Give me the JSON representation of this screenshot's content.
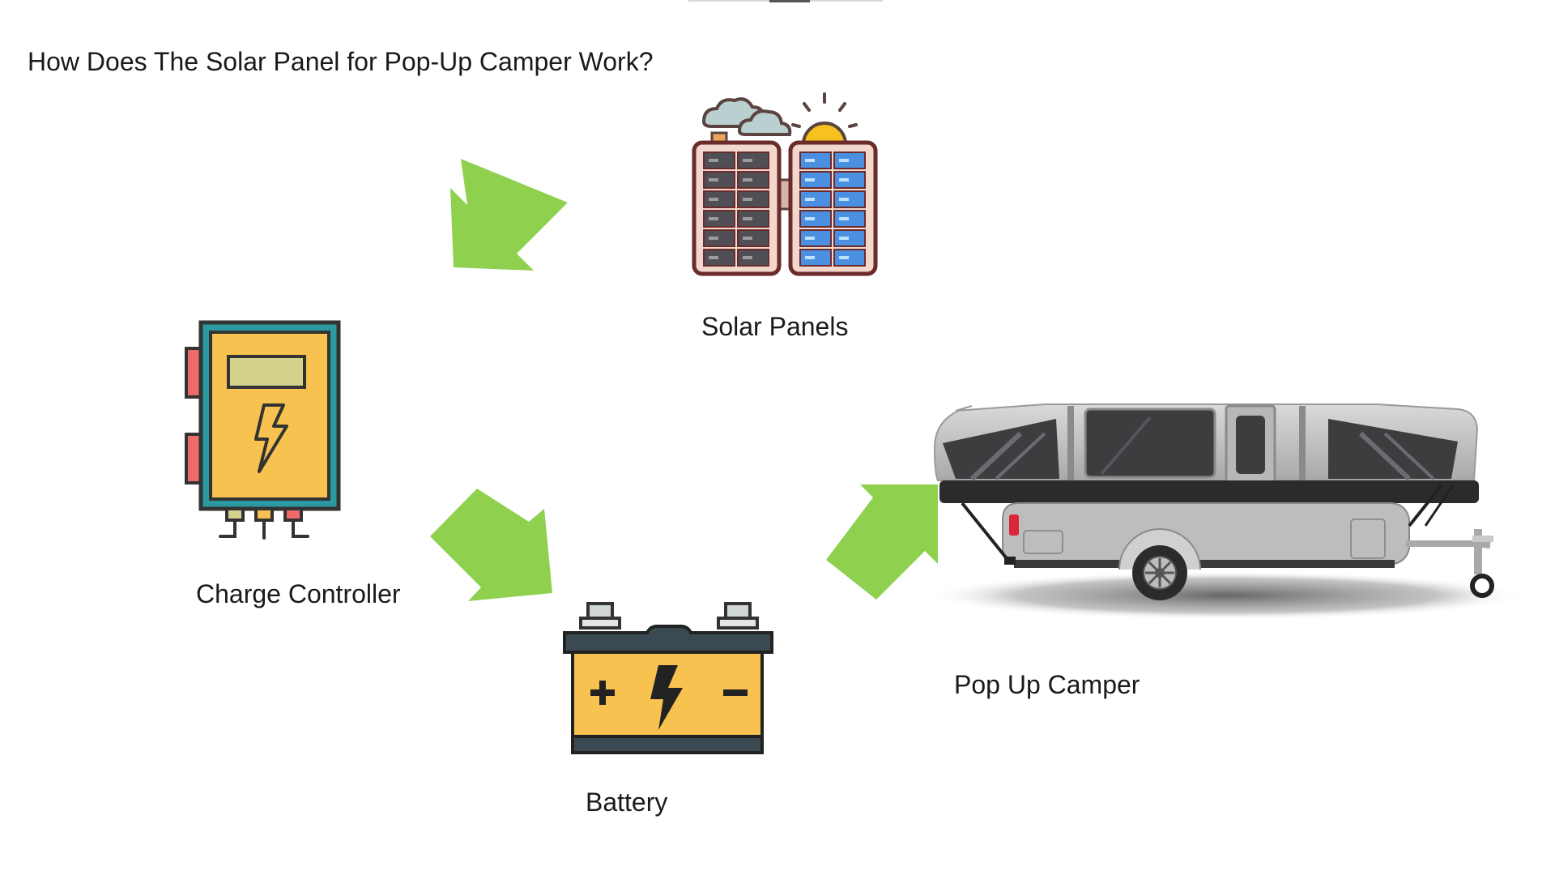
{
  "title": "How Does The Solar Panel for Pop-Up Camper Work?",
  "nodes": {
    "solar_panels": {
      "label": "Solar Panels",
      "icon": "solar-panels-icon"
    },
    "charge_controller": {
      "label": "Charge Controller",
      "icon": "charge-controller-icon"
    },
    "battery": {
      "label": "Battery",
      "icon": "battery-icon"
    },
    "pop_up_camper": {
      "label": "Pop Up Camper",
      "icon": "pop-up-camper-icon"
    }
  },
  "flow": [
    {
      "from": "solar_panels",
      "to": "charge_controller"
    },
    {
      "from": "charge_controller",
      "to": "battery"
    },
    {
      "from": "battery",
      "to": "pop_up_camper"
    }
  ],
  "colors": {
    "arrow": "#8fd14f",
    "panel_dark": "#4f4f55",
    "panel_blue": "#4a8fe0",
    "controller_body": "#f7c24f",
    "controller_border": "#2a9aa0",
    "battery_body": "#f7c24f",
    "battery_top": "#3b4a52",
    "camper_body": "#bdbdbd",
    "camper_window": "#3d3d40"
  }
}
